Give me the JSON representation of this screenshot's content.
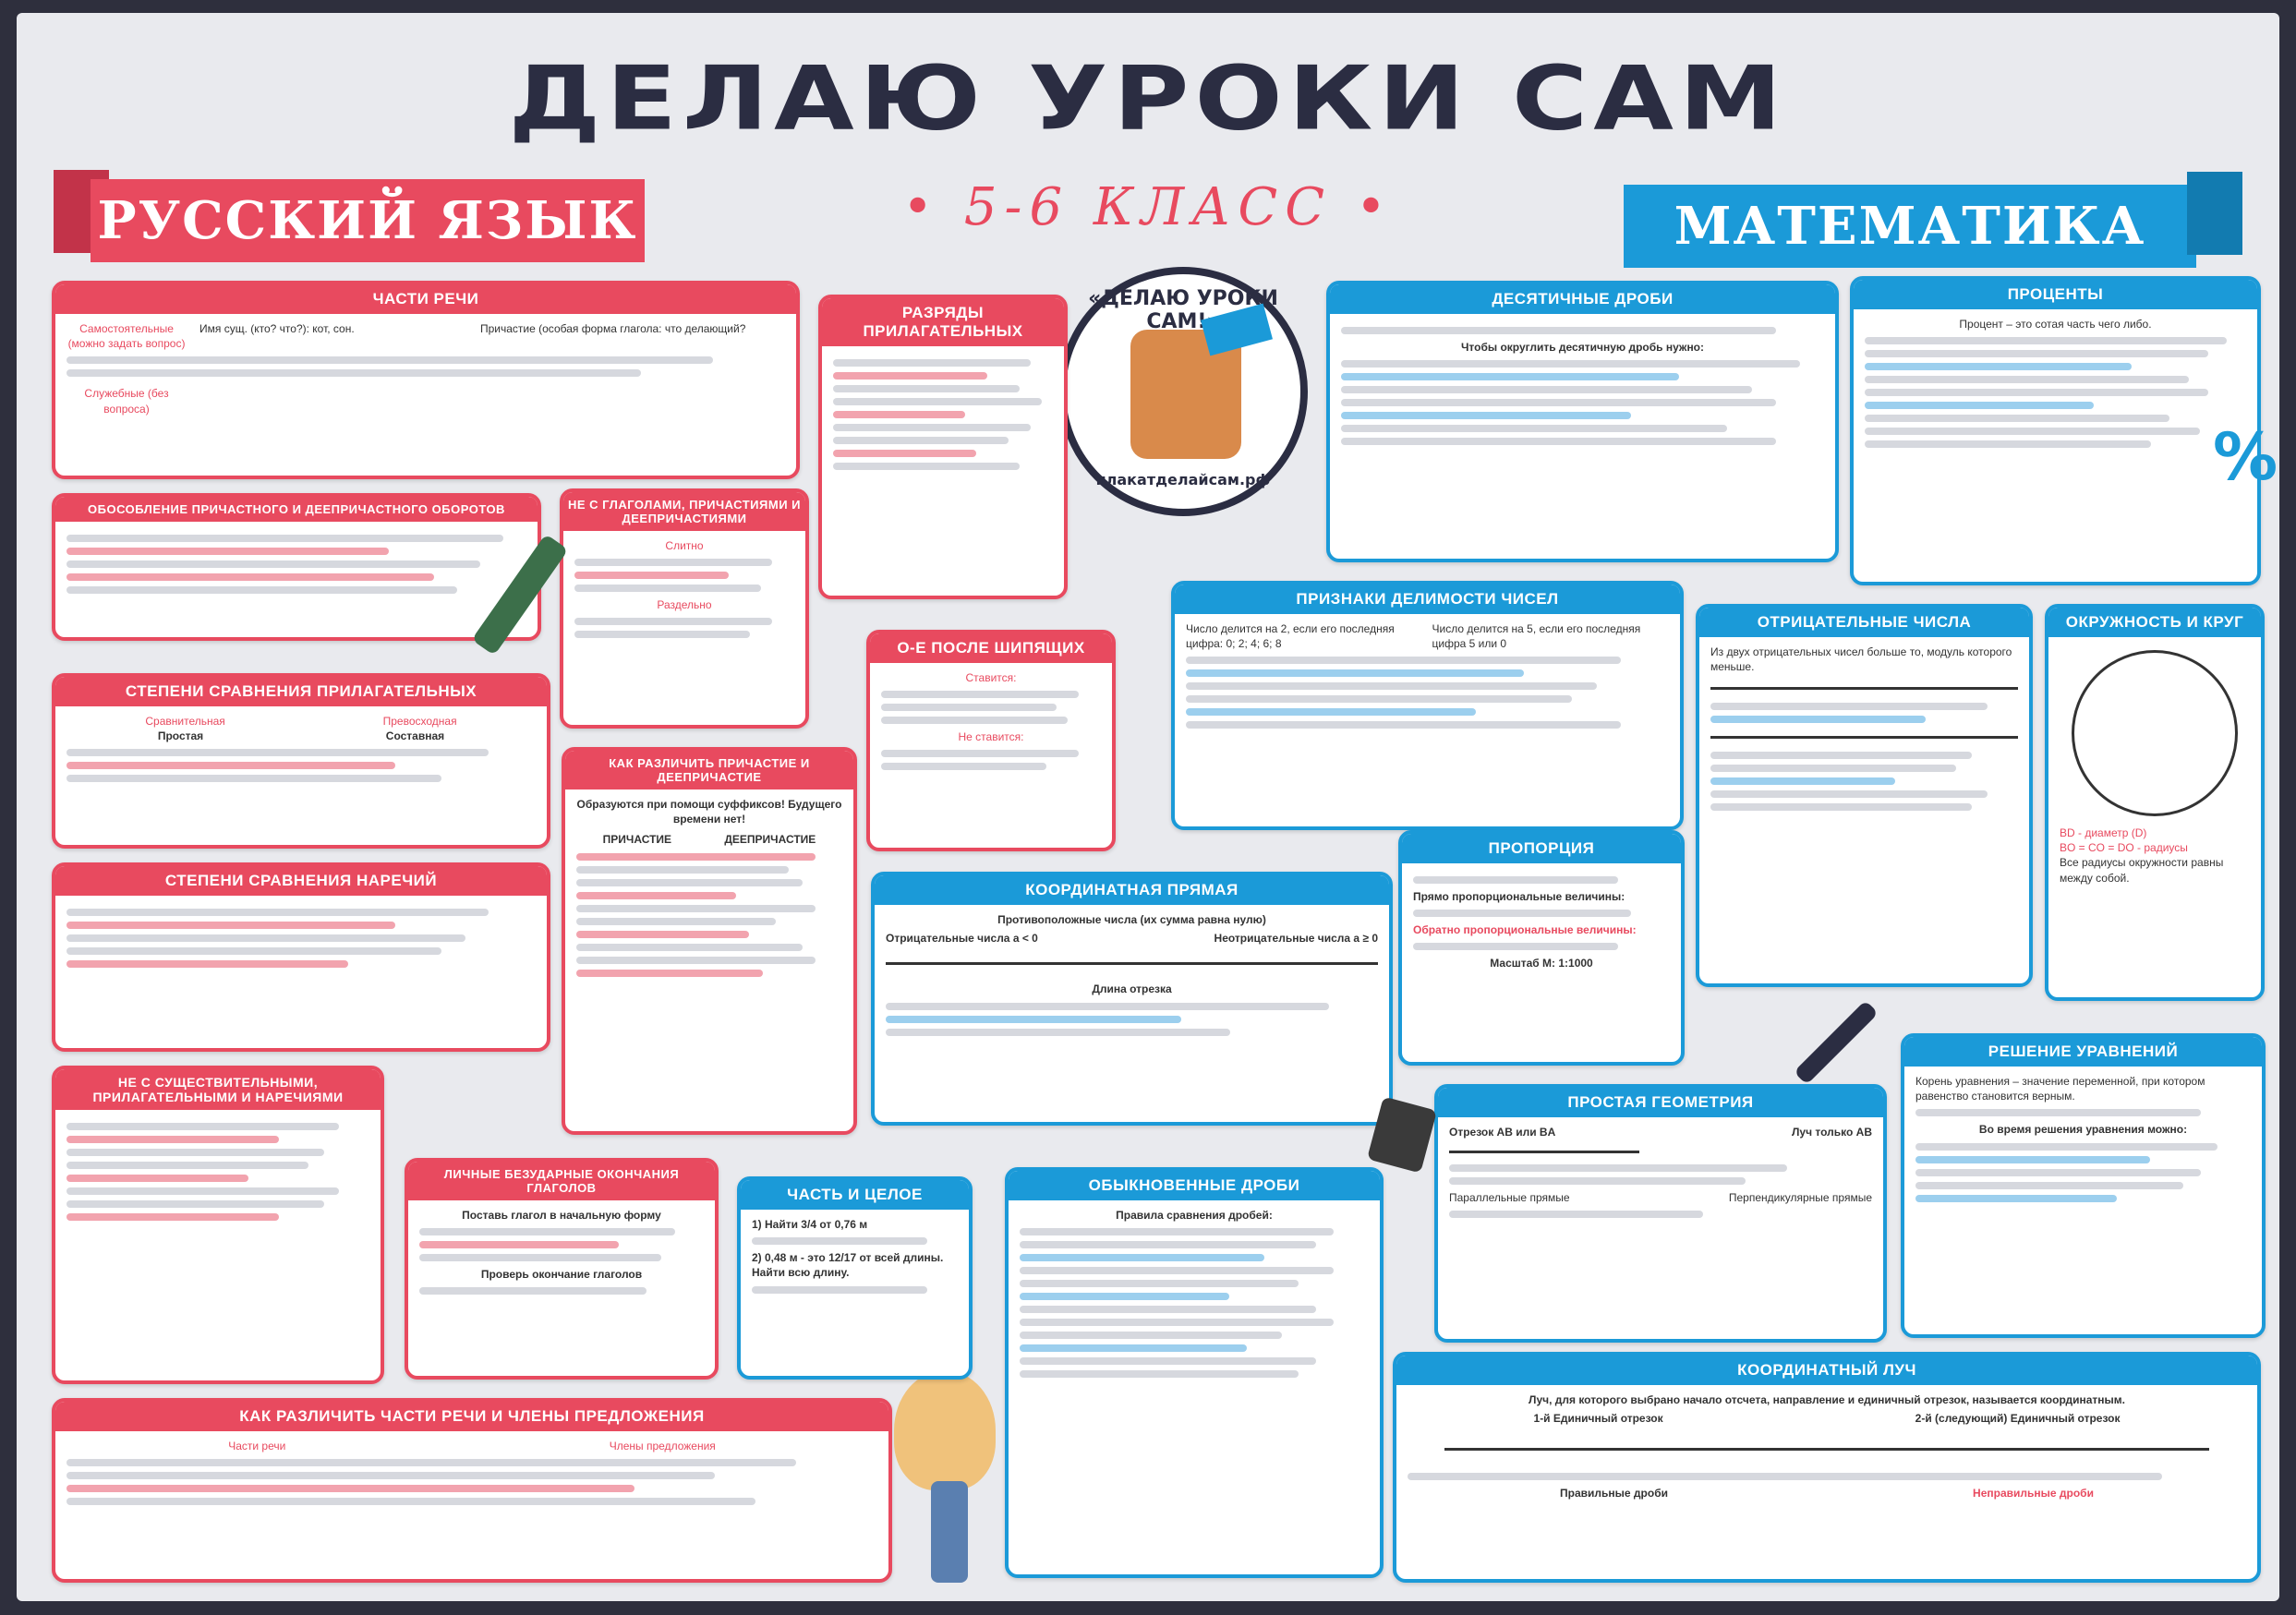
{
  "poster": {
    "title": "ДЕЛАЮ УРОКИ САМ",
    "subtitle": "• 5-6 КЛАСС •",
    "left_ribbon": "РУССКИЙ ЯЗЫК",
    "right_ribbon": "МАТЕМАТИКА",
    "logo_title": "«ДЕЛАЮ УРОКИ САМ!»",
    "logo_site": "плакатделайсам.рф",
    "percent_sign": "%"
  },
  "cards": {
    "chasti_rechi": "ЧАСТИ РЕЧИ",
    "obosoblenie": "ОБОСОБЛЕНИЕ ПРИЧАСТНОГО И ДЕЕПРИЧАСТНОГО ОБОРОТОВ",
    "razryady": "РАЗРЯДЫ ПРИЛАГАТЕЛЬНЫХ",
    "ne_glagoly": "НЕ С ГЛАГОЛАМИ, ПРИЧАСТИЯМИ И ДЕЕПРИЧАСТИЯМИ",
    "posle_shipyashchikh": "О-Е ПОСЛЕ ШИПЯЩИХ",
    "stepeni_prilag": "СТЕПЕНИ СРАВНЕНИЯ ПРИЛАГАТЕЛЬНЫХ",
    "kak_razlichit_prich": "КАК РАЗЛИЧИТЬ ПРИЧАСТИЕ И ДЕЕПРИЧАСТИЕ",
    "stepeni_narech": "СТЕПЕНИ СРАВНЕНИЯ НАРЕЧИЙ",
    "ne_sushch": "НЕ С СУЩЕСТВИТЕЛЬНЫМИ, ПРИЛАГАТЕЛЬНЫМИ И НАРЕЧИЯМИ",
    "lichnye_okonchaniya": "ЛИЧНЫЕ БЕЗУДАРНЫЕ ОКОНЧАНИЯ ГЛАГОЛОВ",
    "kak_razlichit_chasti": "КАК РАЗЛИЧИТЬ ЧАСТИ РЕЧИ И ЧЛЕНЫ ПРЕДЛОЖЕНИЯ",
    "desyatichnye": "ДЕСЯТИЧНЫЕ ДРОБИ",
    "protsenty": "ПРОЦЕНТЫ",
    "priznaki_delimosti": "ПРИЗНАКИ ДЕЛИМОСТИ ЧИСЕЛ",
    "otritsatelnye": "ОТРИЦАТЕЛЬНЫЕ ЧИСЛА",
    "okruzhnost": "ОКРУЖНОСТЬ И КРУГ",
    "proportsiya": "ПРОПОРЦИЯ",
    "koordinatnaya_pryamaya": "КООРДИНАТНАЯ ПРЯМАЯ",
    "reshenie_uravneniy": "РЕШЕНИЕ УРАВНЕНИЙ",
    "prostaya_geometriya": "ПРОСТАЯ ГЕОМЕТРИЯ",
    "chast_i_tseloe": "ЧАСТЬ И ЦЕЛОЕ",
    "obyknovennye": "ОБЫКНОВЕННЫЕ ДРОБИ",
    "koordinatny_luch": "КООРДИНАТНЫЙ ЛУЧ"
  },
  "snippets": {
    "chasti_rechi_1": "Самостоятельные (можно задать вопрос)",
    "chasti_rechi_2": "Имя сущ. (кто? что?): кот, сон.",
    "chasti_rechi_3": "Причастие (особая форма глагола: что делающий?",
    "chasti_rechi_4": "Служебные (без вопроса)",
    "stepeni_1": "Сравнительная",
    "stepeni_2": "Превосходная",
    "stepeni_3": "Простая",
    "stepeni_4": "Составная",
    "desyat_1": "Чтобы округлить десятичную дробь нужно:",
    "protsenty_1": "Процент – это сотая часть чего либо.",
    "delimost_1": "Число делится на 2, если его последняя цифра: 0; 2; 4; 6; 8",
    "delimost_2": "Число делится на 5, если его последняя цифра 5 или 0",
    "otr_1": "Из двух отрицательных чисел больше то, модуль которого меньше.",
    "okr_1": "BD - диаметр (D)",
    "okr_2": "BO = CO = DO - радиусы",
    "okr_3": "Все радиусы окружности равны между собой.",
    "prop_1": "Прямо пропорциональные величины:",
    "prop_2": "Обратно пропорциональные величины:",
    "prop_3": "Масштаб М: 1:1000",
    "koord_1": "Противоположные числа (их сумма равна нулю)",
    "koord_2": "Отрицательные числа a < 0",
    "koord_3": "Неотрицательные числа a ≥ 0",
    "koord_4": "Длина отрезка",
    "urav_1": "Корень уравнения – значение переменной, при котором равенство становится верным.",
    "urav_2": "Во время решения уравнения можно:",
    "geom_1": "Отрезок AB или BA",
    "geom_2": "Луч только AB",
    "geom_3": "Параллельные прямые",
    "geom_4": "Перпендикулярные прямые",
    "chast_1": "1) Найти 3/4 от 0,76 м",
    "chast_2": "2) 0,48 м - это 12/17 от всей длины. Найти всю длину.",
    "obykn_1": "Правила сравнения дробей:",
    "luch_1": "Луч, для которого выбрано начало отсчета, направление и единичный отрезок, называется координатным.",
    "luch_2": "1-й Единичный отрезок",
    "luch_3": "2-й (следующий) Единичный отрезок",
    "luch_4": "Правильные дроби",
    "luch_5": "Неправильные дроби",
    "kak_1": "Части речи",
    "kak_2": "Члены предложения",
    "ne_1": "Слитно",
    "ne_2": "Раздельно",
    "lich_1": "Поставь глагол в начальную форму",
    "lich_2": "Проверь окончание глаголов",
    "prich_1": "Образуются при помощи суффиксов! Будущего времени нет!",
    "prich_2": "ПРИЧАСТИЕ",
    "prich_3": "ДЕЕПРИЧАСТИЕ",
    "shipyashch_1": "Ставится:",
    "shipyashch_2": "Не ставится:"
  },
  "colors": {
    "red": "#e84a5f",
    "blue": "#1b9ad8",
    "dark": "#2b2d42"
  }
}
